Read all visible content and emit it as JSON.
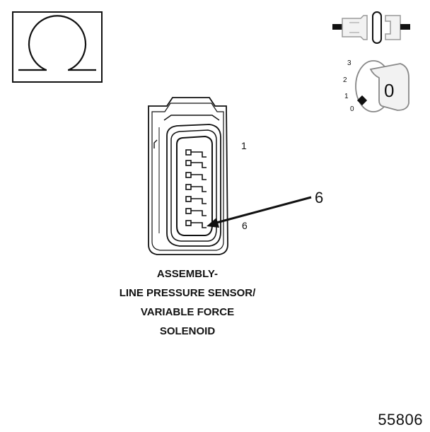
{
  "icons": {
    "meter": "ohmmeter-omega-icon",
    "connector": "disconnected-connector-icon",
    "ignition": "ignition-key-icon"
  },
  "ignition": {
    "positions": [
      "3",
      "2",
      "1",
      "0"
    ],
    "key_label": "0"
  },
  "connector": {
    "pin_top_label": "1",
    "pin_bottom_label": "6",
    "probe_label": "6"
  },
  "caption": {
    "line1": "ASSEMBLY-",
    "line2": "LINE PRESSURE SENSOR/",
    "line3": "VARIABLE FORCE",
    "line4": "SOLENOID"
  },
  "figure_number": "55806"
}
